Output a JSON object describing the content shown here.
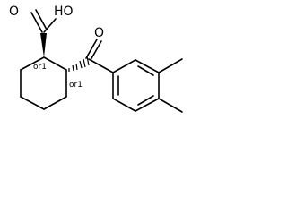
{
  "molecule": {
    "atoms": {
      "hydroxyl": "HO",
      "carboxyl_oxygen": "O",
      "ketone_oxygen": "O"
    },
    "stereo_labels": {
      "c1": "or1",
      "c2": "or1"
    },
    "colors": {
      "bond": "#000000",
      "background": "#ffffff"
    }
  }
}
